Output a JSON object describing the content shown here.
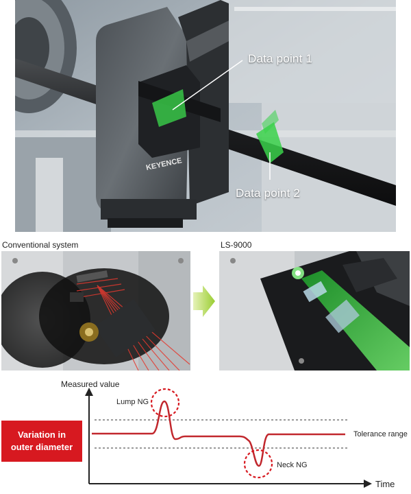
{
  "top_photo": {
    "brand": "KEYENCE",
    "callouts": [
      "Data point 1",
      "Data point 2"
    ]
  },
  "comparison": {
    "left_caption": "Conventional system",
    "right_caption": "LS-9000"
  },
  "graph": {
    "y_axis_label": "Measured value",
    "x_axis_label": "Time",
    "lump_label": "Lump NG",
    "neck_label": "Neck NG",
    "tolerance_label": "Tolerance range",
    "badge_line1": "Variation in",
    "badge_line2": "outer diameter"
  },
  "colors": {
    "accent_red": "#d71920",
    "curve_red": "#c1272d",
    "laser_green": "#39d14a",
    "arrow_green": "#9acd32",
    "laser_red": "#e5392f"
  },
  "icons": [
    "arrow-right-icon",
    "dashed-circle-icon"
  ]
}
